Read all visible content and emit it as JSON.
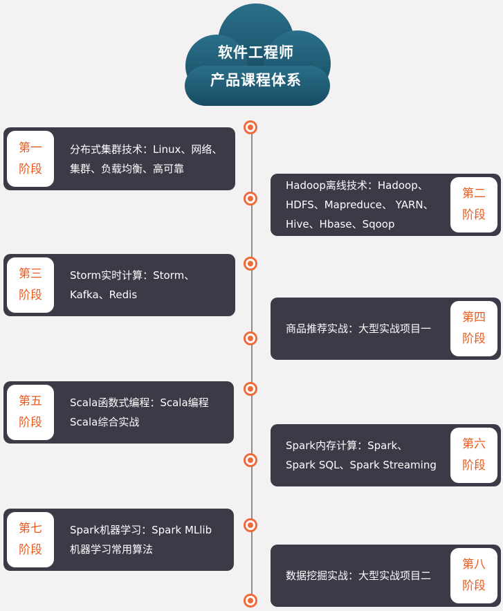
{
  "header": {
    "line1": "软件工程师",
    "line2": "产品课程体系"
  },
  "stages": [
    {
      "label1": "第一",
      "label2": "阶段",
      "lines": [
        "分布式集群技术：Linux、网络、",
        "集群、负载均衡、高可靠"
      ]
    },
    {
      "label1": "第二",
      "label2": "阶段",
      "lines": [
        "Hadoop离线技术：Hadoop、",
        "HDFS、Mapreduce、 YARN、",
        "Hive、Hbase、Sqoop"
      ]
    },
    {
      "label1": "第三",
      "label2": "阶段",
      "lines": [
        "Storm实时计算：Storm、",
        "Kafka、Redis"
      ]
    },
    {
      "label1": "第四",
      "label2": "阶段",
      "lines": [
        "商品推荐实战：大型实战项目一"
      ]
    },
    {
      "label1": "第五",
      "label2": "阶段",
      "lines": [
        "Scala函数式编程：Scala编程",
        "Scala综合实战"
      ]
    },
    {
      "label1": "第六",
      "label2": "阶段",
      "lines": [
        "Spark内存计算：Spark、",
        "Spark SQL、Spark Streaming"
      ]
    },
    {
      "label1": "第七",
      "label2": "阶段",
      "lines": [
        "Spark机器学习：Spark MLlib",
        "机器学习常用算法"
      ]
    },
    {
      "label1": "第八",
      "label2": "阶段",
      "lines": [
        "数据挖掘实战：大型实战项目二"
      ]
    }
  ],
  "colors": {
    "card": "#3b3a47",
    "accent": "#ea5a1f",
    "cloud": "#1e5a72"
  }
}
